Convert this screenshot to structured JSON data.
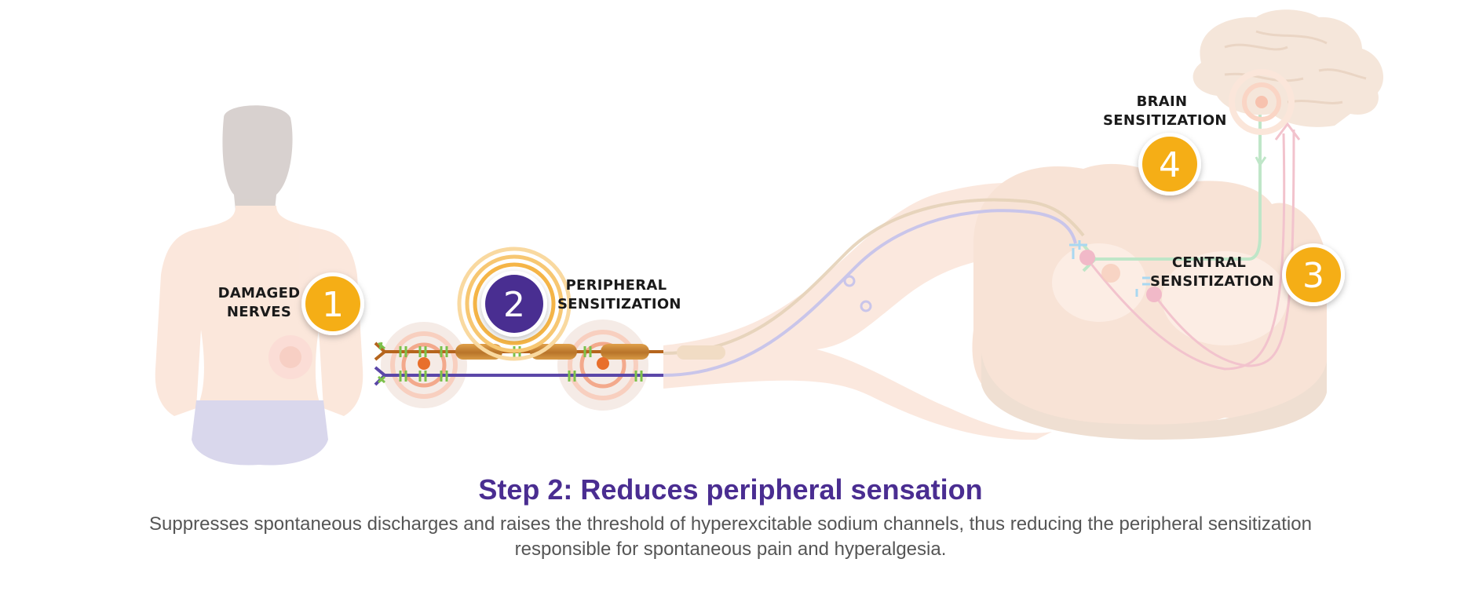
{
  "steps": [
    {
      "number": "1",
      "label_lines": [
        "DAMAGED",
        "NERVES"
      ],
      "active": false
    },
    {
      "number": "2",
      "label_lines": [
        "PERIPHERAL",
        "SENSITIZATION"
      ],
      "active": true
    },
    {
      "number": "3",
      "label_lines": [
        "CENTRAL",
        "SENSITIZATION"
      ],
      "active": false
    },
    {
      "number": "4",
      "label_lines": [
        "BRAIN",
        "SENSITIZATION"
      ],
      "active": false
    }
  ],
  "caption": {
    "title": "Step 2: Reduces peripheral sensation",
    "description_lines": [
      "Suppresses spontaneous discharges and raises the threshold of hyperexcitable sodium channels, thus reducing the peripheral sensitization",
      "responsible for spontaneous pain and hyperalgesia."
    ]
  },
  "colors": {
    "badge_inactive": "#f5ae16",
    "badge_active": "#4a2d91",
    "title": "#4a2d91",
    "body_text": "#555555",
    "faded_tissue": "#fbe6da",
    "nerve_purple": "#5b47a8",
    "nerve_brown": "#b5651d",
    "myelin": "#c8862f",
    "channel_green": "#7cc04a",
    "pain_orange": "#e86f2c"
  },
  "icons": [
    "human-back-figure",
    "spinal-cord-cross-section",
    "brain-icon",
    "nerve-fiber",
    "myelin-sheath",
    "sodium-channel",
    "pulse-rings"
  ]
}
